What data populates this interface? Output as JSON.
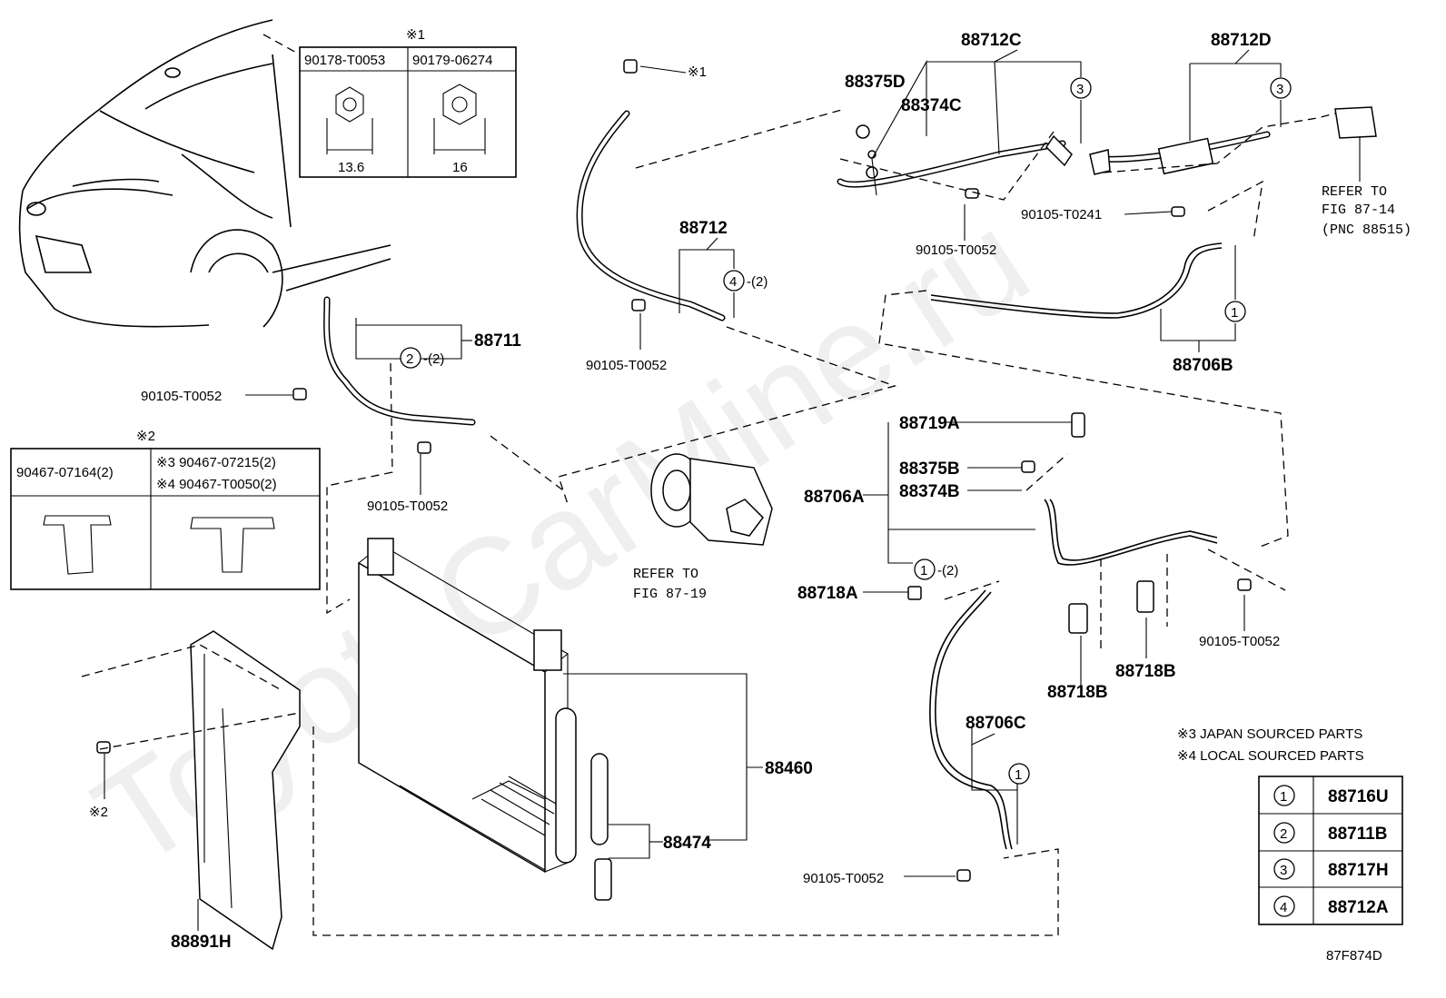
{
  "watermark": "ToyotaCarMine.ru",
  "figure_code": "87F874D",
  "notes": [
    "※3 JAPAN SOURCED PARTS",
    "※4 LOCAL SOURCED PARTS"
  ],
  "nut_table": {
    "mark": "※1",
    "cols": [
      {
        "pn": "90178-T0053",
        "size": "13.6"
      },
      {
        "pn": "90179-06274",
        "size": "16"
      }
    ]
  },
  "clip_table": {
    "mark": "※2",
    "left": "90467-07164(2)",
    "right": [
      "※3 90467-07215(2)",
      "※4 90467-T0050(2)"
    ]
  },
  "legend": [
    {
      "num": "1",
      "pn": "88716U"
    },
    {
      "num": "2",
      "pn": "88711B"
    },
    {
      "num": "3",
      "pn": "88717H"
    },
    {
      "num": "4",
      "pn": "88712A"
    }
  ],
  "labels": {
    "p88712C": "88712C",
    "p88712D": "88712D",
    "p88375D": "88375D",
    "p88374C": "88374C",
    "p90105_T0241": "90105-T0241",
    "p90105_T0052_top": "90105-T0052",
    "refer_8714": [
      "REFER TO",
      "FIG 87-14",
      "(PNC 88515)"
    ],
    "p88706B": "88706B",
    "p88712": "88712",
    "qty4": "-(2)",
    "p90105_T0052_mid": "90105-T0052",
    "mark1": "※1",
    "p88711": "88711",
    "qty2": "-(2)",
    "p90105_T0052_left": "90105-T0052",
    "p90105_T0052_low": "90105-T0052",
    "refer_8719": [
      "REFER TO",
      "FIG 87-19"
    ],
    "p88719A": "88719A",
    "p88375B": "88375B",
    "p88374B": "88374B",
    "p88706A": "88706A",
    "qty1": "-(2)",
    "p88718A": "88718A",
    "p90105_T0052_right": "90105-T0052",
    "p88718B_a": "88718B",
    "p88718B_b": "88718B",
    "p88706C": "88706C",
    "p90105_T0052_bottom": "90105-T0052",
    "p88460": "88460",
    "p88474": "88474",
    "p88891H": "88891H",
    "mark2": "※2"
  }
}
